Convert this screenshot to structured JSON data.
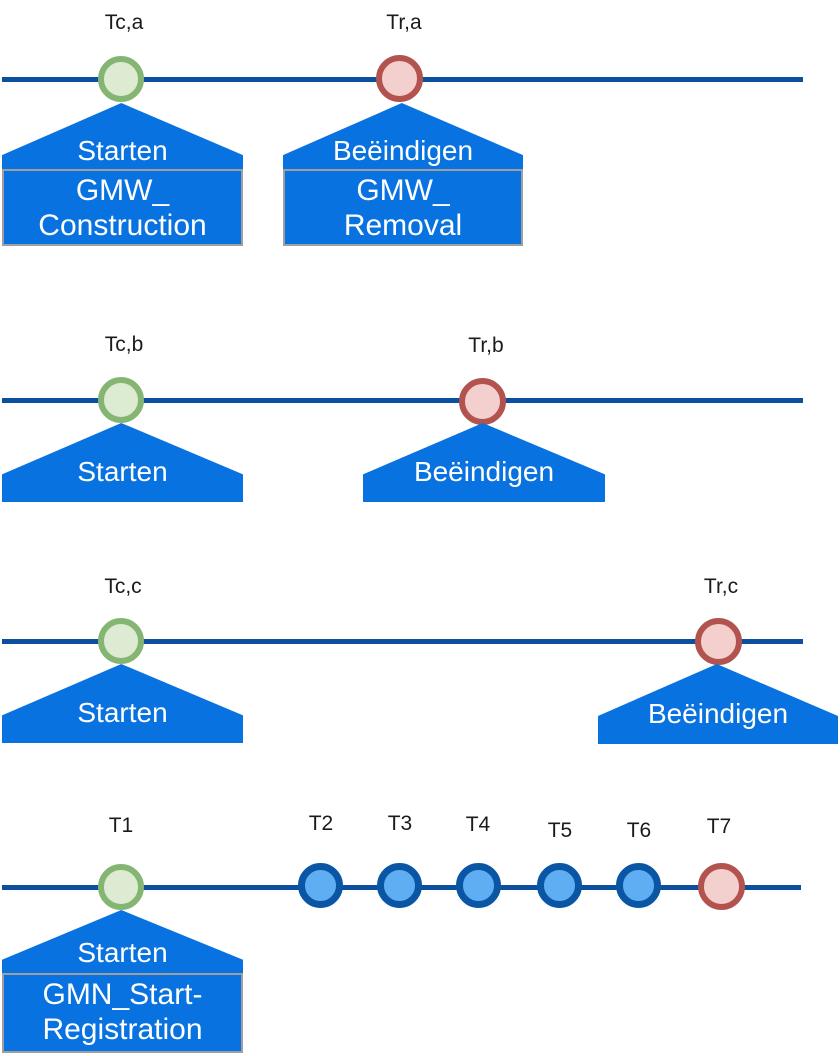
{
  "colors": {
    "timeline_line": "#0b4f9e",
    "event_shape_blue": "#0772e0",
    "box_border_gray": "#9f9f9f",
    "green_marker_border": "#85b573",
    "green_marker_fill": "#deebd3",
    "red_marker_border": "#b2534f",
    "red_marker_fill": "#f3d0ce",
    "blue_marker_border": "#0a56a4",
    "blue_marker_fill": "#5fadf2",
    "label_text": "#1b1b1b",
    "shape_text": "#ffffff"
  },
  "timelines": [
    {
      "id": "a",
      "markers": [
        {
          "label": "Tc,a",
          "type": "green-start"
        },
        {
          "label": "Tr,a",
          "type": "red-end"
        }
      ],
      "events": [
        {
          "flag": "Starten",
          "box": [
            "GMW_",
            "Construction"
          ]
        },
        {
          "flag": "Beëindigen",
          "box": [
            "GMW_",
            "Removal"
          ]
        }
      ]
    },
    {
      "id": "b",
      "markers": [
        {
          "label": "Tc,b",
          "type": "green-start"
        },
        {
          "label": "Tr,b",
          "type": "red-end"
        }
      ],
      "events": [
        {
          "flag": "Starten"
        },
        {
          "flag": "Beëindigen"
        }
      ]
    },
    {
      "id": "c",
      "markers": [
        {
          "label": "Tc,c",
          "type": "green-start"
        },
        {
          "label": "Tr,c",
          "type": "red-end"
        }
      ],
      "events": [
        {
          "flag": "Starten"
        },
        {
          "flag": "Beëindigen"
        }
      ]
    },
    {
      "id": "t",
      "markers": [
        {
          "label": "T1",
          "type": "green-start"
        },
        {
          "label": "T2",
          "type": "blue-intermediate"
        },
        {
          "label": "T3",
          "type": "blue-intermediate"
        },
        {
          "label": "T4",
          "type": "blue-intermediate"
        },
        {
          "label": "T5",
          "type": "blue-intermediate"
        },
        {
          "label": "T6",
          "type": "blue-intermediate"
        },
        {
          "label": "T7",
          "type": "red-end"
        }
      ],
      "events": [
        {
          "flag": "Starten",
          "box": [
            "GMN_Start-",
            "Registration"
          ]
        }
      ]
    }
  ]
}
